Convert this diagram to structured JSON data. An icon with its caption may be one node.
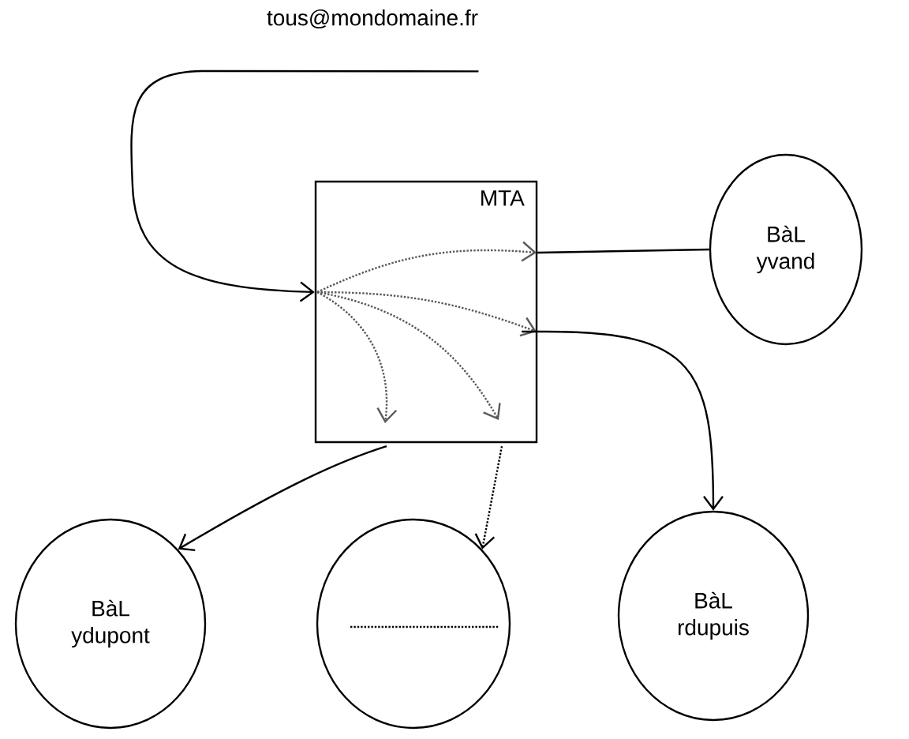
{
  "diagram": {
    "nodes": [
      {
        "text": [
          "tous@mondomaine.fr"
        ]
      },
      {
        "text": [
          "MTA"
        ]
      },
      {
        "text": [
          "BàL yvand"
        ]
      },
      {
        "text": [
          "BàL ydupont"
        ]
      },
      {
        "text": [],
        "shape": "circle"
      },
      {
        "text": [
          "BàL rdupuis"
        ]
      }
    ],
    "edges": [
      {
        "from": 0,
        "to": 1,
        "arrow": "to"
      },
      {
        "from": 1,
        "to": 2,
        "arrow": "none"
      },
      {
        "from": 1,
        "to": 5,
        "arrow": "to"
      },
      {
        "from": 1,
        "to": 3,
        "arrow": "to"
      },
      {
        "from": 1,
        "to": 4,
        "arrow": "to",
        "style": "dashed"
      }
    ]
  }
}
